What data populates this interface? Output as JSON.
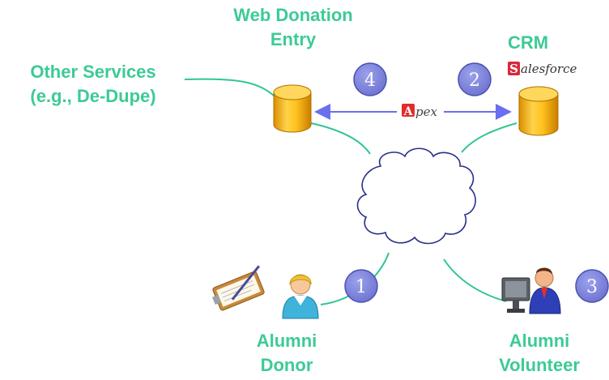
{
  "labels": {
    "web_donation": [
      "Web Donation",
      "Entry"
    ],
    "crm": "CRM",
    "other_services": [
      "Other Services",
      "(e.g., De-Dupe)"
    ],
    "alumni_donor": [
      "Alumni",
      "Donor"
    ],
    "alumni_volunteer": [
      "Alumni",
      "Volunteer"
    ]
  },
  "logos": {
    "salesforce_first": "S",
    "salesforce_rest": "alesforce",
    "apex_first": "A",
    "apex_rest": "pex"
  },
  "badges": [
    "1",
    "2",
    "3",
    "4"
  ],
  "icons": {
    "database_left": "database-icon",
    "database_right": "database-icon",
    "cloud": "cloud-icon",
    "clipboard": "clipboard-icon",
    "donor": "person-icon",
    "volunteer": "computer-user-icon"
  },
  "colors": {
    "label_green": "#3ccb95",
    "badge_fill": "#7b82d8",
    "arrow_blue": "#6a6ff0",
    "db_gold": "#f5b51a",
    "line_green": "#2fc596"
  }
}
